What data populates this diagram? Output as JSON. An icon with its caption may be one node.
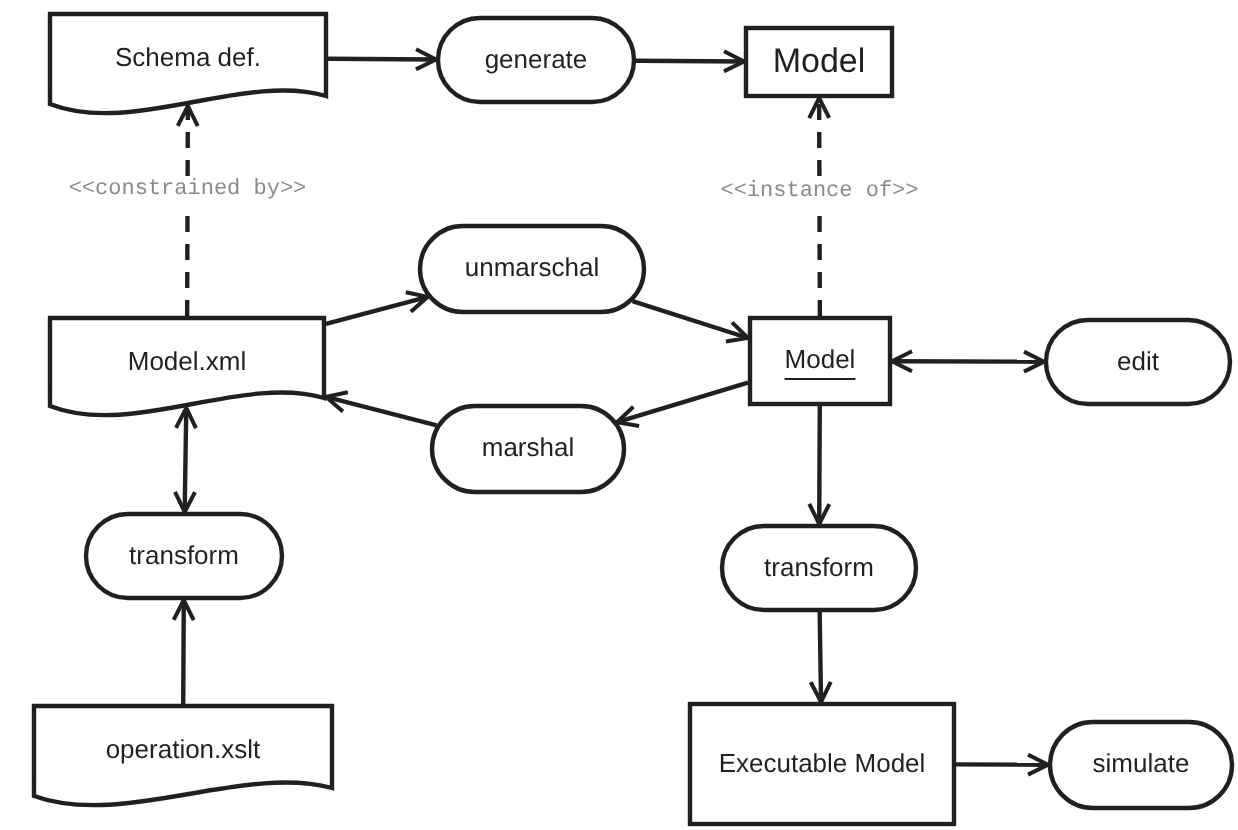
{
  "diagram": {
    "nodes": [
      {
        "text": [
          "Schema def."
        ]
      },
      {
        "text": [
          "generate"
        ]
      },
      {
        "text": [
          "Model"
        ]
      },
      {
        "text": [
          "Model.xml"
        ]
      },
      {
        "text": [
          "unmarschal"
        ]
      },
      {
        "text": [
          "Model"
        ]
      },
      {
        "text": [
          "edit"
        ]
      },
      {
        "text": [
          "marshal"
        ]
      },
      {
        "text": [
          "transform"
        ]
      },
      {
        "text": [
          "transform"
        ]
      },
      {
        "text": [
          "operation.xslt"
        ]
      },
      {
        "text": [
          "Executable Model"
        ]
      },
      {
        "text": [
          "simulate"
        ]
      }
    ],
    "edges": [
      {
        "from": 0,
        "to": 1,
        "arrow": "to"
      },
      {
        "from": 1,
        "to": 2,
        "arrow": "to"
      },
      {
        "from": 3,
        "to": 0,
        "arrow": "to",
        "style": "dashed",
        "label": "<<constrained by>>"
      },
      {
        "from": 5,
        "to": 2,
        "arrow": "to",
        "style": "dashed",
        "label": "<<instance of>>"
      },
      {
        "from": 3,
        "to": 4,
        "arrow": "to"
      },
      {
        "from": 4,
        "to": 5,
        "arrow": "to"
      },
      {
        "from": 5,
        "to": 7,
        "arrow": "to"
      },
      {
        "from": 7,
        "to": 3,
        "arrow": "to"
      },
      {
        "from": 5,
        "to": 6,
        "arrow": "both"
      },
      {
        "from": 3,
        "to": 8,
        "arrow": "both"
      },
      {
        "from": 10,
        "to": 8,
        "arrow": "to"
      },
      {
        "from": 5,
        "to": 9,
        "arrow": "to"
      },
      {
        "from": 9,
        "to": 11,
        "arrow": "to"
      },
      {
        "from": 11,
        "to": 12,
        "arrow": "to"
      }
    ]
  }
}
